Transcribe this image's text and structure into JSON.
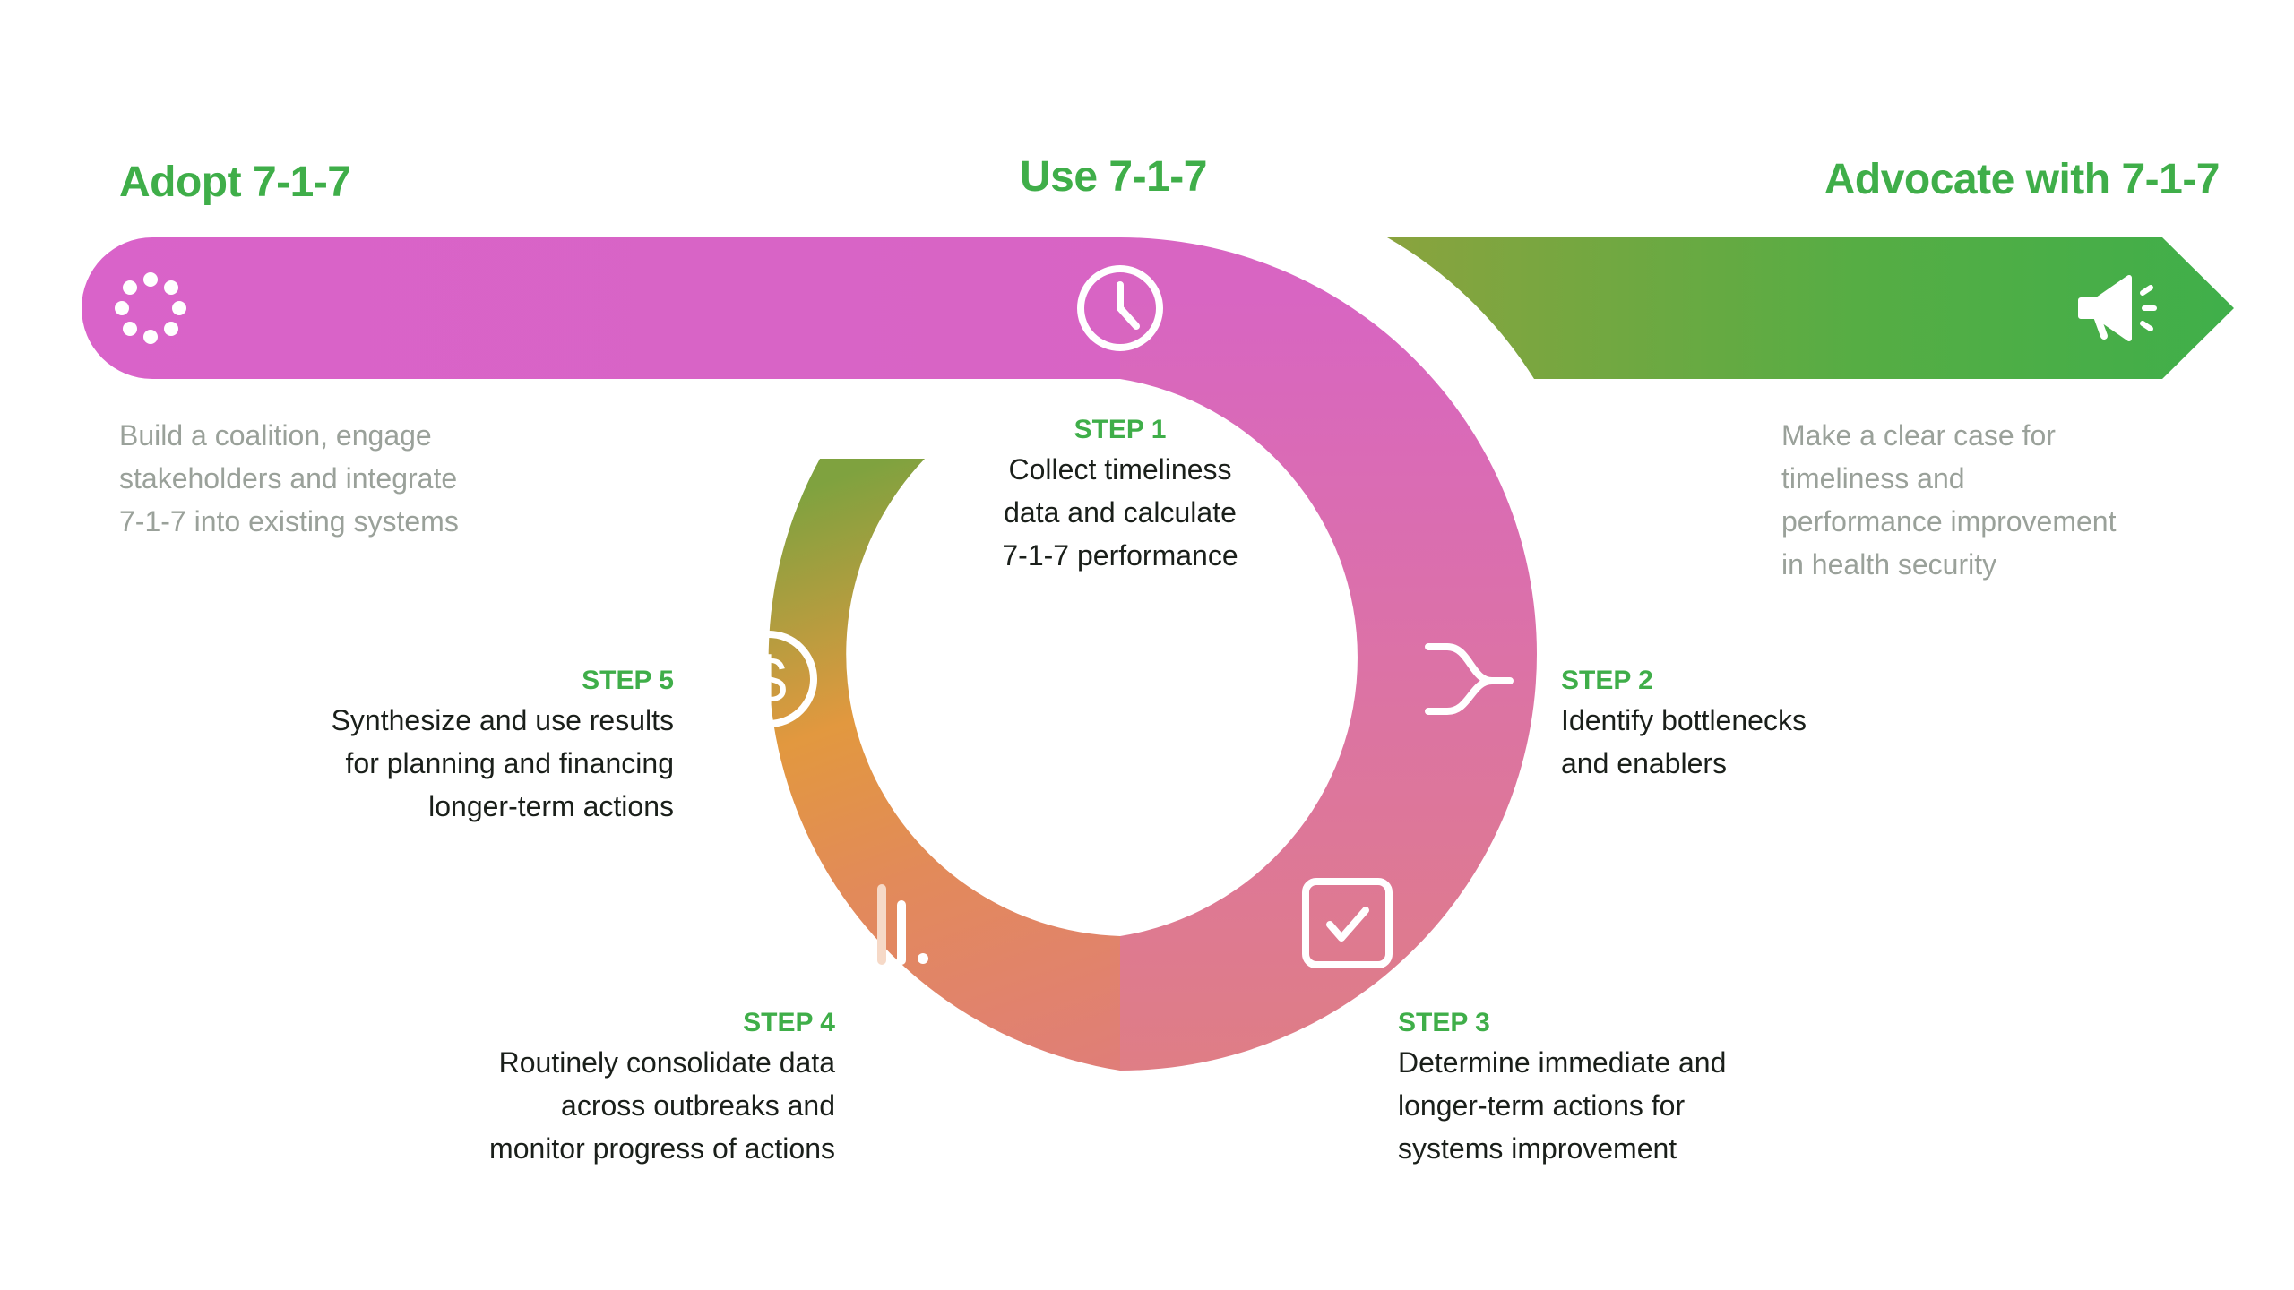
{
  "headings": {
    "adopt": "Adopt 7-1-7",
    "use": "Use 7-1-7",
    "advocate": "Advocate with 7-1-7"
  },
  "adopt_description": [
    "Build a coalition, engage",
    "stakeholders and integrate",
    "7-1-7 into existing systems"
  ],
  "advocate_description": [
    "Make a clear case for",
    "timeliness and",
    "performance improvement",
    "in health security"
  ],
  "steps": [
    {
      "label": "STEP 1",
      "lines": [
        "Collect timeliness",
        "data and calculate",
        "7-1-7 performance"
      ],
      "icon": "clock-icon"
    },
    {
      "label": "STEP 2",
      "lines": [
        "Identify bottlenecks",
        "and enablers"
      ],
      "icon": "merge-arrows-icon"
    },
    {
      "label": "STEP 3",
      "lines": [
        "Determine immediate and",
        "longer-term actions for",
        "systems improvement"
      ],
      "icon": "checkbox-icon"
    },
    {
      "label": "STEP 4",
      "lines": [
        "Routinely consolidate data",
        "across outbreaks and",
        "monitor progress of actions"
      ],
      "icon": "bar-chart-icon"
    },
    {
      "label": "STEP 5",
      "lines": [
        "Synthesize and use results",
        "for planning and financing",
        "longer-term actions"
      ],
      "icon": "dollar-icon"
    }
  ],
  "icons": {
    "adopt": "dots-circle-icon",
    "advocate": "megaphone-icon"
  },
  "colors": {
    "green": "#3fae49",
    "magenta": "#d963c8",
    "pink": "#df7a93",
    "orange": "#e4904a",
    "olive": "#7aa33f",
    "text_grey": "#9aa19a",
    "text_dark": "#1a1f1a"
  }
}
